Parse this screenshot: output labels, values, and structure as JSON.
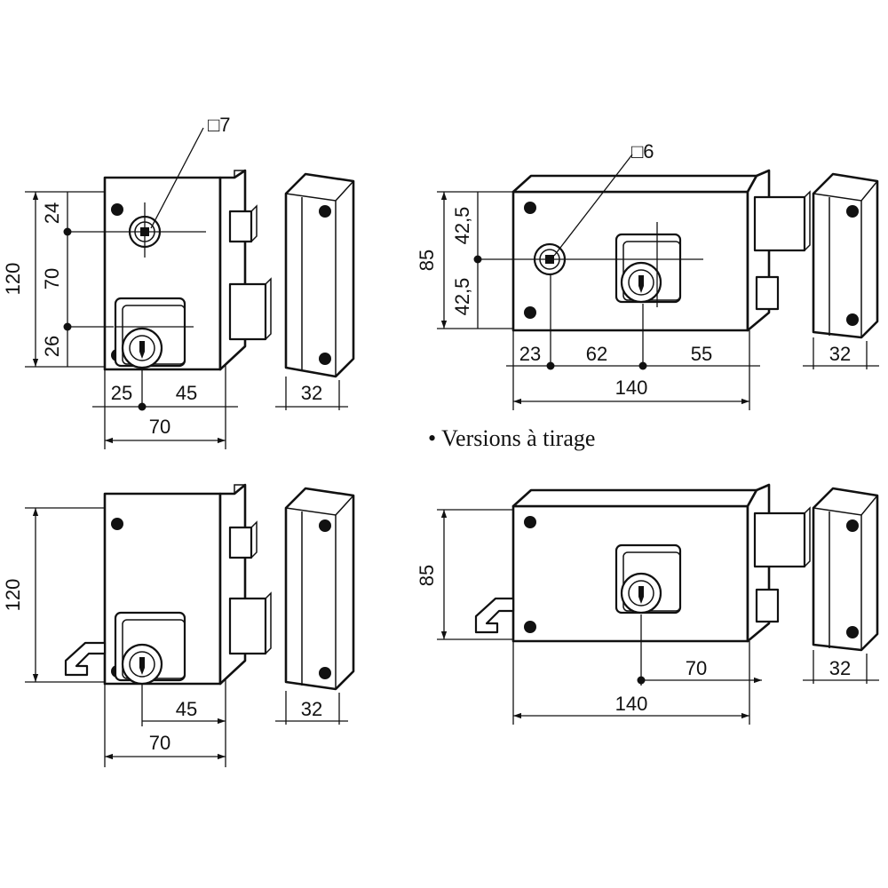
{
  "caption": "• Versions à tirage",
  "top_left": {
    "spindle": "□7",
    "v_total": "120",
    "v_top": "24",
    "v_mid": "70",
    "v_bottom": "26",
    "h_left": "25",
    "h_right": "45",
    "h_total": "70",
    "keeper_width": "32"
  },
  "top_right": {
    "spindle": "□6",
    "v_total": "85",
    "v_top": "42,5",
    "v_bottom": "42,5",
    "h_a": "23",
    "h_b": "62",
    "h_c": "55",
    "h_total": "140",
    "keeper_width": "32"
  },
  "bottom_left": {
    "v_total": "120",
    "h_right": "45",
    "h_total": "70",
    "keeper_width": "32"
  },
  "bottom_right": {
    "v_total": "85",
    "h_right": "70",
    "h_total": "140",
    "keeper_width": "32"
  }
}
